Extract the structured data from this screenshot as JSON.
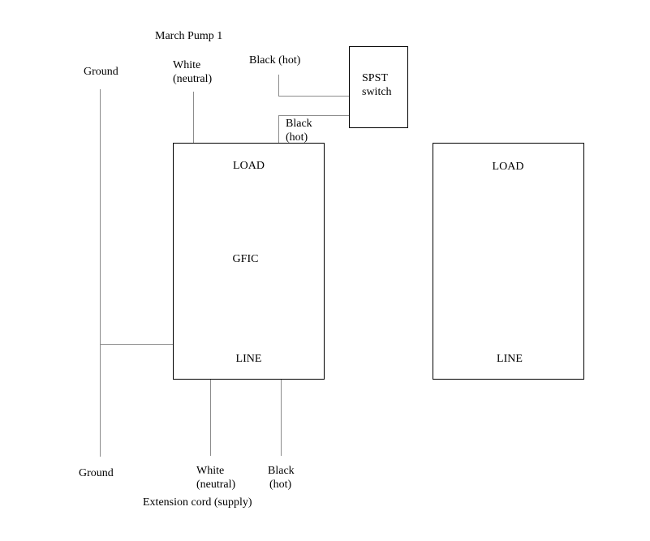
{
  "title": "March Pump 1",
  "top_labels": {
    "ground": "Ground",
    "white_line1": "White",
    "white_line2": "(neutral)",
    "black_top": "Black (hot)",
    "black_switch_line1": "Black",
    "black_switch_line2": "(hot)"
  },
  "switch": {
    "line1": "SPST",
    "line2": "switch"
  },
  "gfic": {
    "load": "LOAD",
    "center": "GFIC",
    "line": "LINE"
  },
  "second_outlet": {
    "load": "LOAD",
    "line": "LINE"
  },
  "bottom_labels": {
    "ground": "Ground",
    "white_line1": "White",
    "white_line2": "(neutral)",
    "black_line1": "Black",
    "black_line2": "(hot)",
    "caption": "Extension cord (supply)"
  }
}
